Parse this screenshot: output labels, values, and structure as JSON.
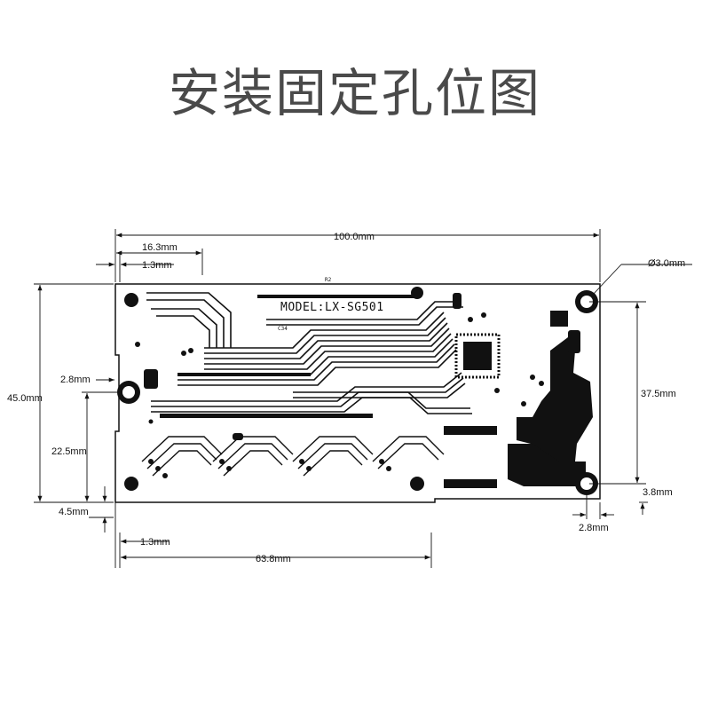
{
  "title": "安装固定孔位图",
  "board": {
    "model_label": "MODEL:LX-SG501",
    "silk_r2": "R2",
    "silk_c34": "C34"
  },
  "dimensions": {
    "overall_width": "100.0mm",
    "hole_left_offset": "16.3mm",
    "edge_offset_top": "1.3mm",
    "hole_diameter": "Ø3.0mm",
    "overall_height": "45.0mm",
    "left_hole_from_edge": "2.8mm",
    "left_hole_height": "22.5mm",
    "bottom_offset": "4.5mm",
    "right_hole_spacing": "37.5mm",
    "right_hole_bottom": "3.8mm",
    "right_hole_side": "2.8mm",
    "bottom_left_offset": "1.3mm",
    "bottom_length": "63.8mm"
  },
  "colors": {
    "title": "#4a4a4a",
    "trace": "#111111"
  }
}
